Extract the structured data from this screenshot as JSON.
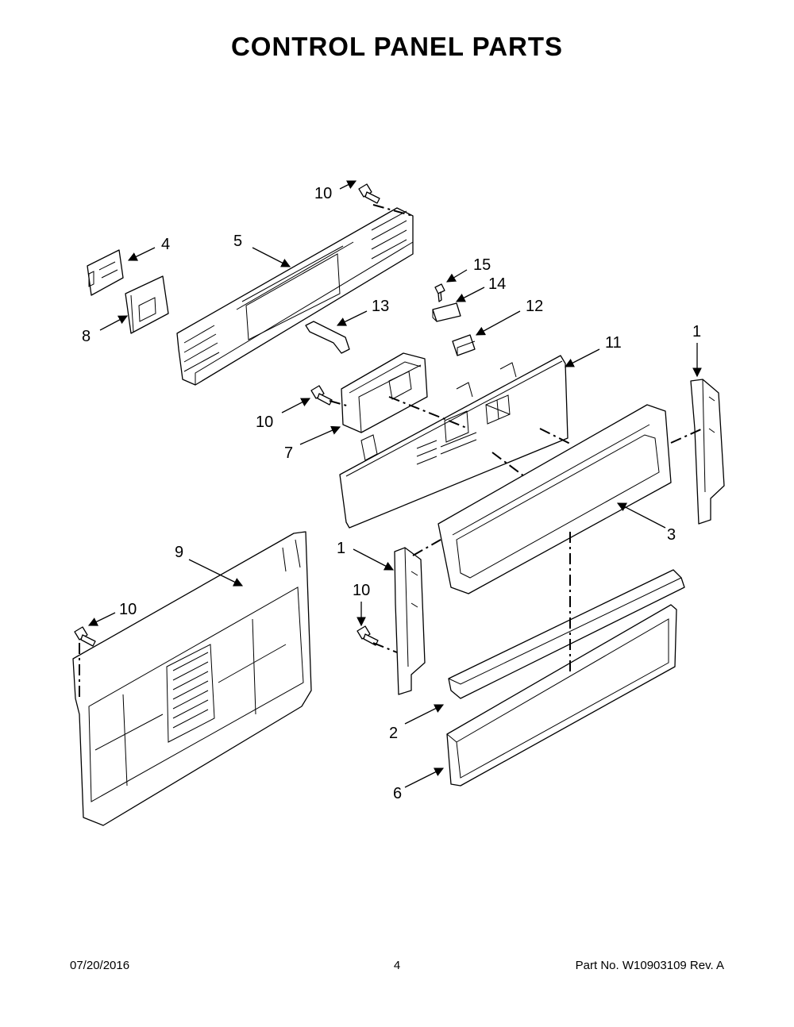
{
  "page_title": "CONTROL PANEL PARTS",
  "footer": {
    "date": "07/20/2016",
    "page_number": "4",
    "part_info": "Part No.  W10903109  Rev.  A"
  },
  "callouts": [
    {
      "id": "callout-1-right",
      "label": "1"
    },
    {
      "id": "callout-1-left",
      "label": "1"
    },
    {
      "id": "callout-2",
      "label": "2"
    },
    {
      "id": "callout-3",
      "label": "3"
    },
    {
      "id": "callout-4",
      "label": "4"
    },
    {
      "id": "callout-5",
      "label": "5"
    },
    {
      "id": "callout-6",
      "label": "6"
    },
    {
      "id": "callout-7",
      "label": "7"
    },
    {
      "id": "callout-8",
      "label": "8"
    },
    {
      "id": "callout-9",
      "label": "9"
    },
    {
      "id": "callout-10-top",
      "label": "10"
    },
    {
      "id": "callout-10-mid",
      "label": "10"
    },
    {
      "id": "callout-10-bottom-center",
      "label": "10"
    },
    {
      "id": "callout-10-bottom-left",
      "label": "10"
    },
    {
      "id": "callout-11",
      "label": "11"
    },
    {
      "id": "callout-12",
      "label": "12"
    },
    {
      "id": "callout-13",
      "label": "13"
    },
    {
      "id": "callout-14",
      "label": "14"
    },
    {
      "id": "callout-15",
      "label": "15"
    }
  ],
  "colors": {
    "ink": "#000000",
    "paper": "#ffffff"
  }
}
